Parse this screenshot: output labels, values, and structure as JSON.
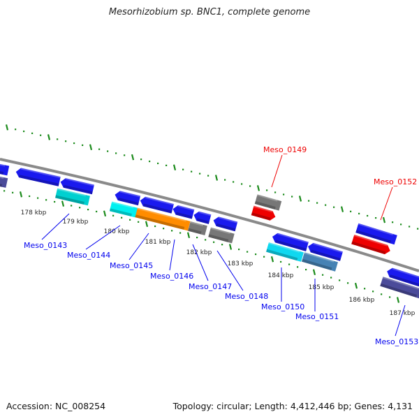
{
  "title": "Mesorhizobium sp. BNC1, complete genome",
  "footer": {
    "accession": "Accession: NC_008254",
    "topology": "Topology: circular; Length: 4,412,446 bp; Genes: 4,131"
  },
  "colors": {
    "backbone": "#8a8a8a",
    "ticks": "#1a8a1a",
    "label_default": "#0000ee",
    "label_highlight": "#ee0000"
  },
  "kbp_labels": [
    "178 kbp",
    "179 kbp",
    "180 kbp",
    "181 kbp",
    "182 kbp",
    "183 kbp",
    "184 kbp",
    "185 kbp",
    "186 kbp",
    "187 kbp"
  ],
  "gene_labels": [
    {
      "name": "Meso_0143",
      "color": "#0000ee"
    },
    {
      "name": "Meso_0144",
      "color": "#0000ee"
    },
    {
      "name": "Meso_0145",
      "color": "#0000ee"
    },
    {
      "name": "Meso_0146",
      "color": "#0000ee"
    },
    {
      "name": "Meso_0147",
      "color": "#0000ee"
    },
    {
      "name": "Meso_0148",
      "color": "#0000ee"
    },
    {
      "name": "Meso_0149",
      "color": "#ee0000"
    },
    {
      "name": "Meso_0150",
      "color": "#0000ee"
    },
    {
      "name": "Meso_0151",
      "color": "#0000ee"
    },
    {
      "name": "Meso_0152",
      "color": "#ee0000"
    },
    {
      "name": "Meso_0153",
      "color": "#0000ee"
    }
  ],
  "features": [
    {
      "color": "#1a1aee",
      "strand": "-"
    },
    {
      "color": "#4b4b9a",
      "strand": "-"
    },
    {
      "color": "#1a1aee",
      "strand": "-"
    },
    {
      "color": "#1a1aee",
      "strand": "-"
    },
    {
      "color": "#00d0d0",
      "strand": "-"
    },
    {
      "color": "#1a1aee",
      "strand": "-"
    },
    {
      "color": "#1a1aee",
      "strand": "-"
    },
    {
      "color": "#1a1aee",
      "strand": "-"
    },
    {
      "color": "#1a1aee",
      "strand": "-"
    },
    {
      "color": "#1a1aee",
      "strand": "-"
    },
    {
      "color": "#00f0f0",
      "strand": "-"
    },
    {
      "color": "#ff8c00",
      "strand": "-"
    },
    {
      "color": "#777777",
      "strand": "-"
    },
    {
      "color": "#777777",
      "strand": "-"
    },
    {
      "color": "#777777",
      "strand": "+"
    },
    {
      "color": "#ee0000",
      "strand": "+"
    },
    {
      "color": "#1a1aee",
      "strand": "-"
    },
    {
      "color": "#1a1aee",
      "strand": "-"
    },
    {
      "color": "#10d8f0",
      "strand": "-"
    },
    {
      "color": "#4682b4",
      "strand": "-"
    },
    {
      "color": "#1a1aee",
      "strand": "+"
    },
    {
      "color": "#ee0000",
      "strand": "+"
    },
    {
      "color": "#1a1aee",
      "strand": "-"
    },
    {
      "color": "#4b4b9a",
      "strand": "-"
    }
  ]
}
